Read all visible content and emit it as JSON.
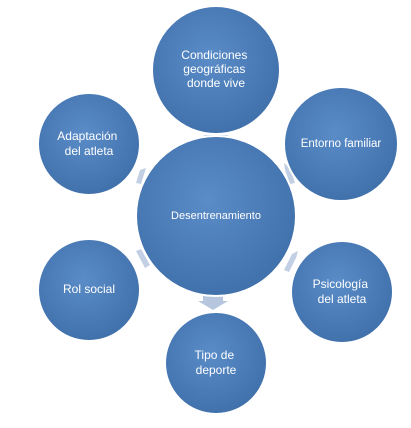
{
  "hub": {
    "label": "Desentrenamiento"
  },
  "nodes": [
    {
      "id": "condiciones",
      "lines": [
        "Condiciones",
        "geográficas",
        "donde vive"
      ]
    },
    {
      "id": "entorno",
      "lines": [
        "Entorno familiar"
      ]
    },
    {
      "id": "psicologia",
      "lines": [
        "Psicología",
        "del atleta"
      ]
    },
    {
      "id": "tipo",
      "lines": [
        "Tipo de",
        "deporte"
      ]
    },
    {
      "id": "rol",
      "lines": [
        "Rol social"
      ]
    },
    {
      "id": "adaptacion",
      "lines": [
        "Adaptación",
        "del atleta"
      ]
    }
  ],
  "colors": {
    "node_fill": "#4A7EBB",
    "node_fill_dark": "#3F6FA9",
    "connector": "#A9BCD8",
    "connector_highlight": "#C9D6E8"
  }
}
